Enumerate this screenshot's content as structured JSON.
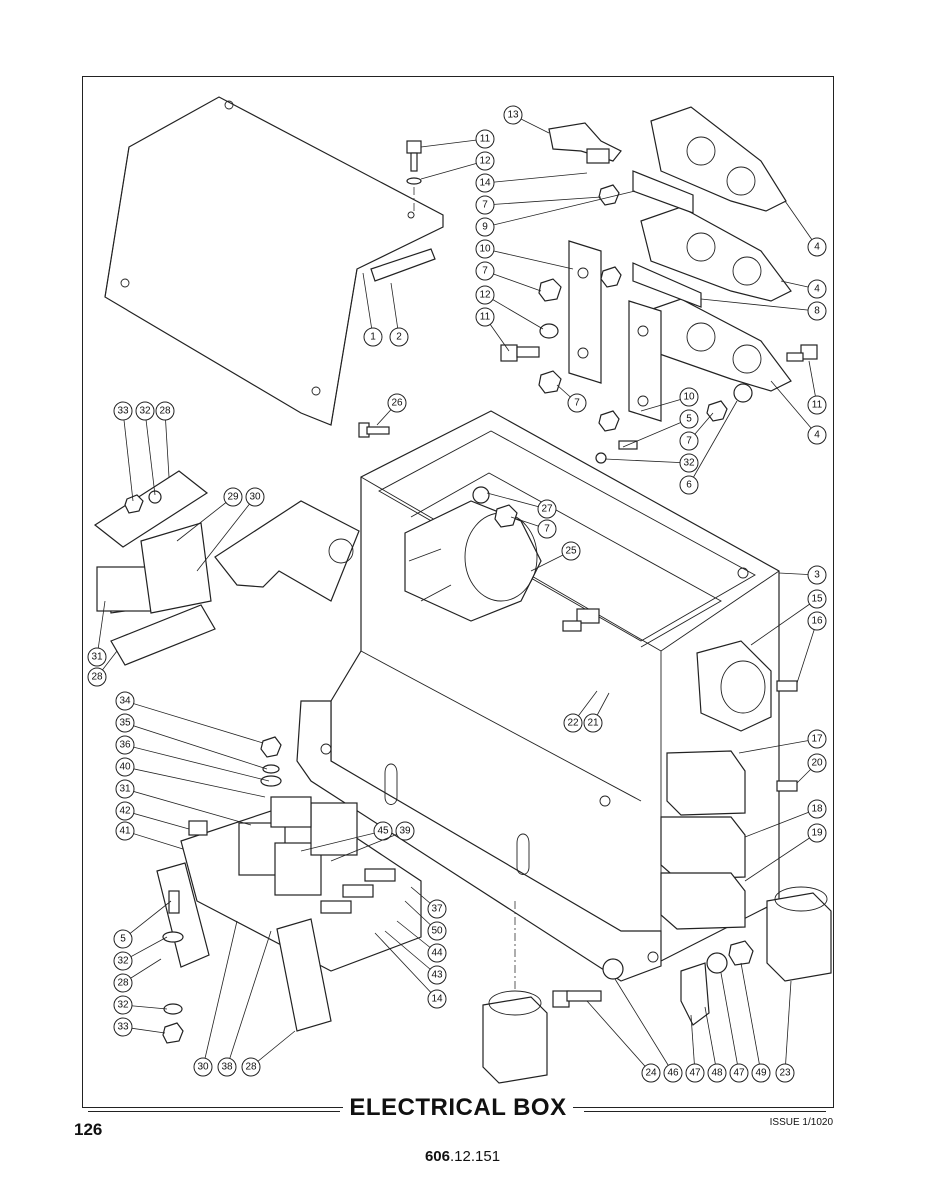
{
  "page": {
    "title": "ELECTRICAL BOX",
    "page_number": "126",
    "issue": "ISSUE 1/1020",
    "code_bold": "606",
    "code_rest": ".12.151"
  },
  "callouts": [
    {
      "id": "c-13",
      "label": "13"
    },
    {
      "id": "c-11a",
      "label": "11"
    },
    {
      "id": "c-12a",
      "label": "12"
    },
    {
      "id": "c-14a",
      "label": "14"
    },
    {
      "id": "c-7a",
      "label": "7"
    },
    {
      "id": "c-9",
      "label": "9"
    },
    {
      "id": "c-10a",
      "label": "10"
    },
    {
      "id": "c-7b",
      "label": "7"
    },
    {
      "id": "c-12b",
      "label": "12"
    },
    {
      "id": "c-11b",
      "label": "11"
    },
    {
      "id": "c-4a",
      "label": "4"
    },
    {
      "id": "c-4b",
      "label": "4"
    },
    {
      "id": "c-8",
      "label": "8"
    },
    {
      "id": "c-11c",
      "label": "11"
    },
    {
      "id": "c-4c",
      "label": "4"
    },
    {
      "id": "c-1",
      "label": "1"
    },
    {
      "id": "c-2",
      "label": "2"
    },
    {
      "id": "c-26",
      "label": "26"
    },
    {
      "id": "c-7c",
      "label": "7"
    },
    {
      "id": "c-10b",
      "label": "10"
    },
    {
      "id": "c-5a",
      "label": "5"
    },
    {
      "id": "c-7d",
      "label": "7"
    },
    {
      "id": "c-32a",
      "label": "32"
    },
    {
      "id": "c-6",
      "label": "6"
    },
    {
      "id": "c-33a",
      "label": "33"
    },
    {
      "id": "c-32b",
      "label": "32"
    },
    {
      "id": "c-28a",
      "label": "28"
    },
    {
      "id": "c-29",
      "label": "29"
    },
    {
      "id": "c-30a",
      "label": "30"
    },
    {
      "id": "c-27",
      "label": "27"
    },
    {
      "id": "c-7e",
      "label": "7"
    },
    {
      "id": "c-25",
      "label": "25"
    },
    {
      "id": "c-3",
      "label": "3"
    },
    {
      "id": "c-15",
      "label": "15"
    },
    {
      "id": "c-16",
      "label": "16"
    },
    {
      "id": "c-31a",
      "label": "31"
    },
    {
      "id": "c-28b",
      "label": "28"
    },
    {
      "id": "c-34",
      "label": "34"
    },
    {
      "id": "c-35",
      "label": "35"
    },
    {
      "id": "c-36",
      "label": "36"
    },
    {
      "id": "c-40",
      "label": "40"
    },
    {
      "id": "c-31b",
      "label": "31"
    },
    {
      "id": "c-42",
      "label": "42"
    },
    {
      "id": "c-41",
      "label": "41"
    },
    {
      "id": "c-22",
      "label": "22"
    },
    {
      "id": "c-21",
      "label": "21"
    },
    {
      "id": "c-17",
      "label": "17"
    },
    {
      "id": "c-20",
      "label": "20"
    },
    {
      "id": "c-18",
      "label": "18"
    },
    {
      "id": "c-19",
      "label": "19"
    },
    {
      "id": "c-45",
      "label": "45"
    },
    {
      "id": "c-39",
      "label": "39"
    },
    {
      "id": "c-5b",
      "label": "5"
    },
    {
      "id": "c-32c",
      "label": "32"
    },
    {
      "id": "c-28c",
      "label": "28"
    },
    {
      "id": "c-37",
      "label": "37"
    },
    {
      "id": "c-50",
      "label": "50"
    },
    {
      "id": "c-44",
      "label": "44"
    },
    {
      "id": "c-43",
      "label": "43"
    },
    {
      "id": "c-14b",
      "label": "14"
    },
    {
      "id": "c-32d",
      "label": "32"
    },
    {
      "id": "c-33b",
      "label": "33"
    },
    {
      "id": "c-30b",
      "label": "30"
    },
    {
      "id": "c-38",
      "label": "38"
    },
    {
      "id": "c-28d",
      "label": "28"
    },
    {
      "id": "c-24",
      "label": "24"
    },
    {
      "id": "c-46",
      "label": "46"
    },
    {
      "id": "c-47a",
      "label": "47"
    },
    {
      "id": "c-48",
      "label": "48"
    },
    {
      "id": "c-47b",
      "label": "47"
    },
    {
      "id": "c-49",
      "label": "49"
    },
    {
      "id": "c-23",
      "label": "23"
    }
  ]
}
